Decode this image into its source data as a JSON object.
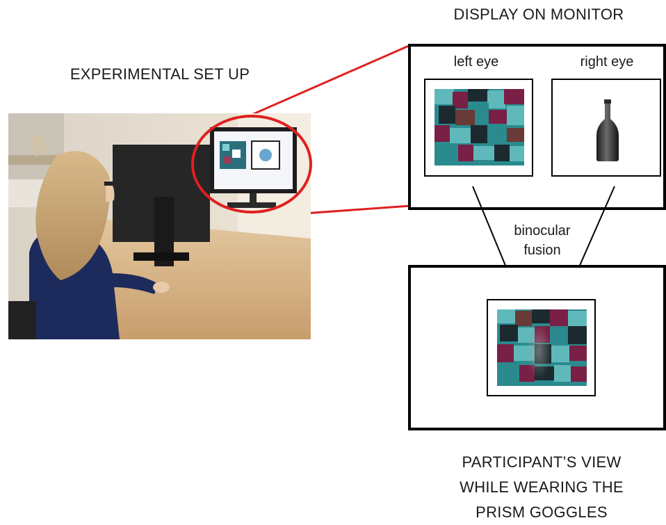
{
  "headings": {
    "setup": "EXPERIMENTAL SET UP",
    "monitor": "DISPLAY ON MONITOR"
  },
  "monitor_panel": {
    "left_eye_label": "left eye",
    "right_eye_label": "right eye",
    "right_eye_object": "bottle"
  },
  "fusion_label_lines": [
    "binocular",
    "fusion"
  ],
  "view_label_lines": [
    "PARTICIPANT’S VIEW",
    "WHILE WEARING THE",
    "PRISM GOGGLES"
  ],
  "colors": {
    "callout_red": "#e02020",
    "teal": "#2a8a8e",
    "light_teal": "#5fb9bb",
    "maroon": "#7a1f45",
    "brown": "#6a3a36",
    "dark": "#1c2a30"
  }
}
